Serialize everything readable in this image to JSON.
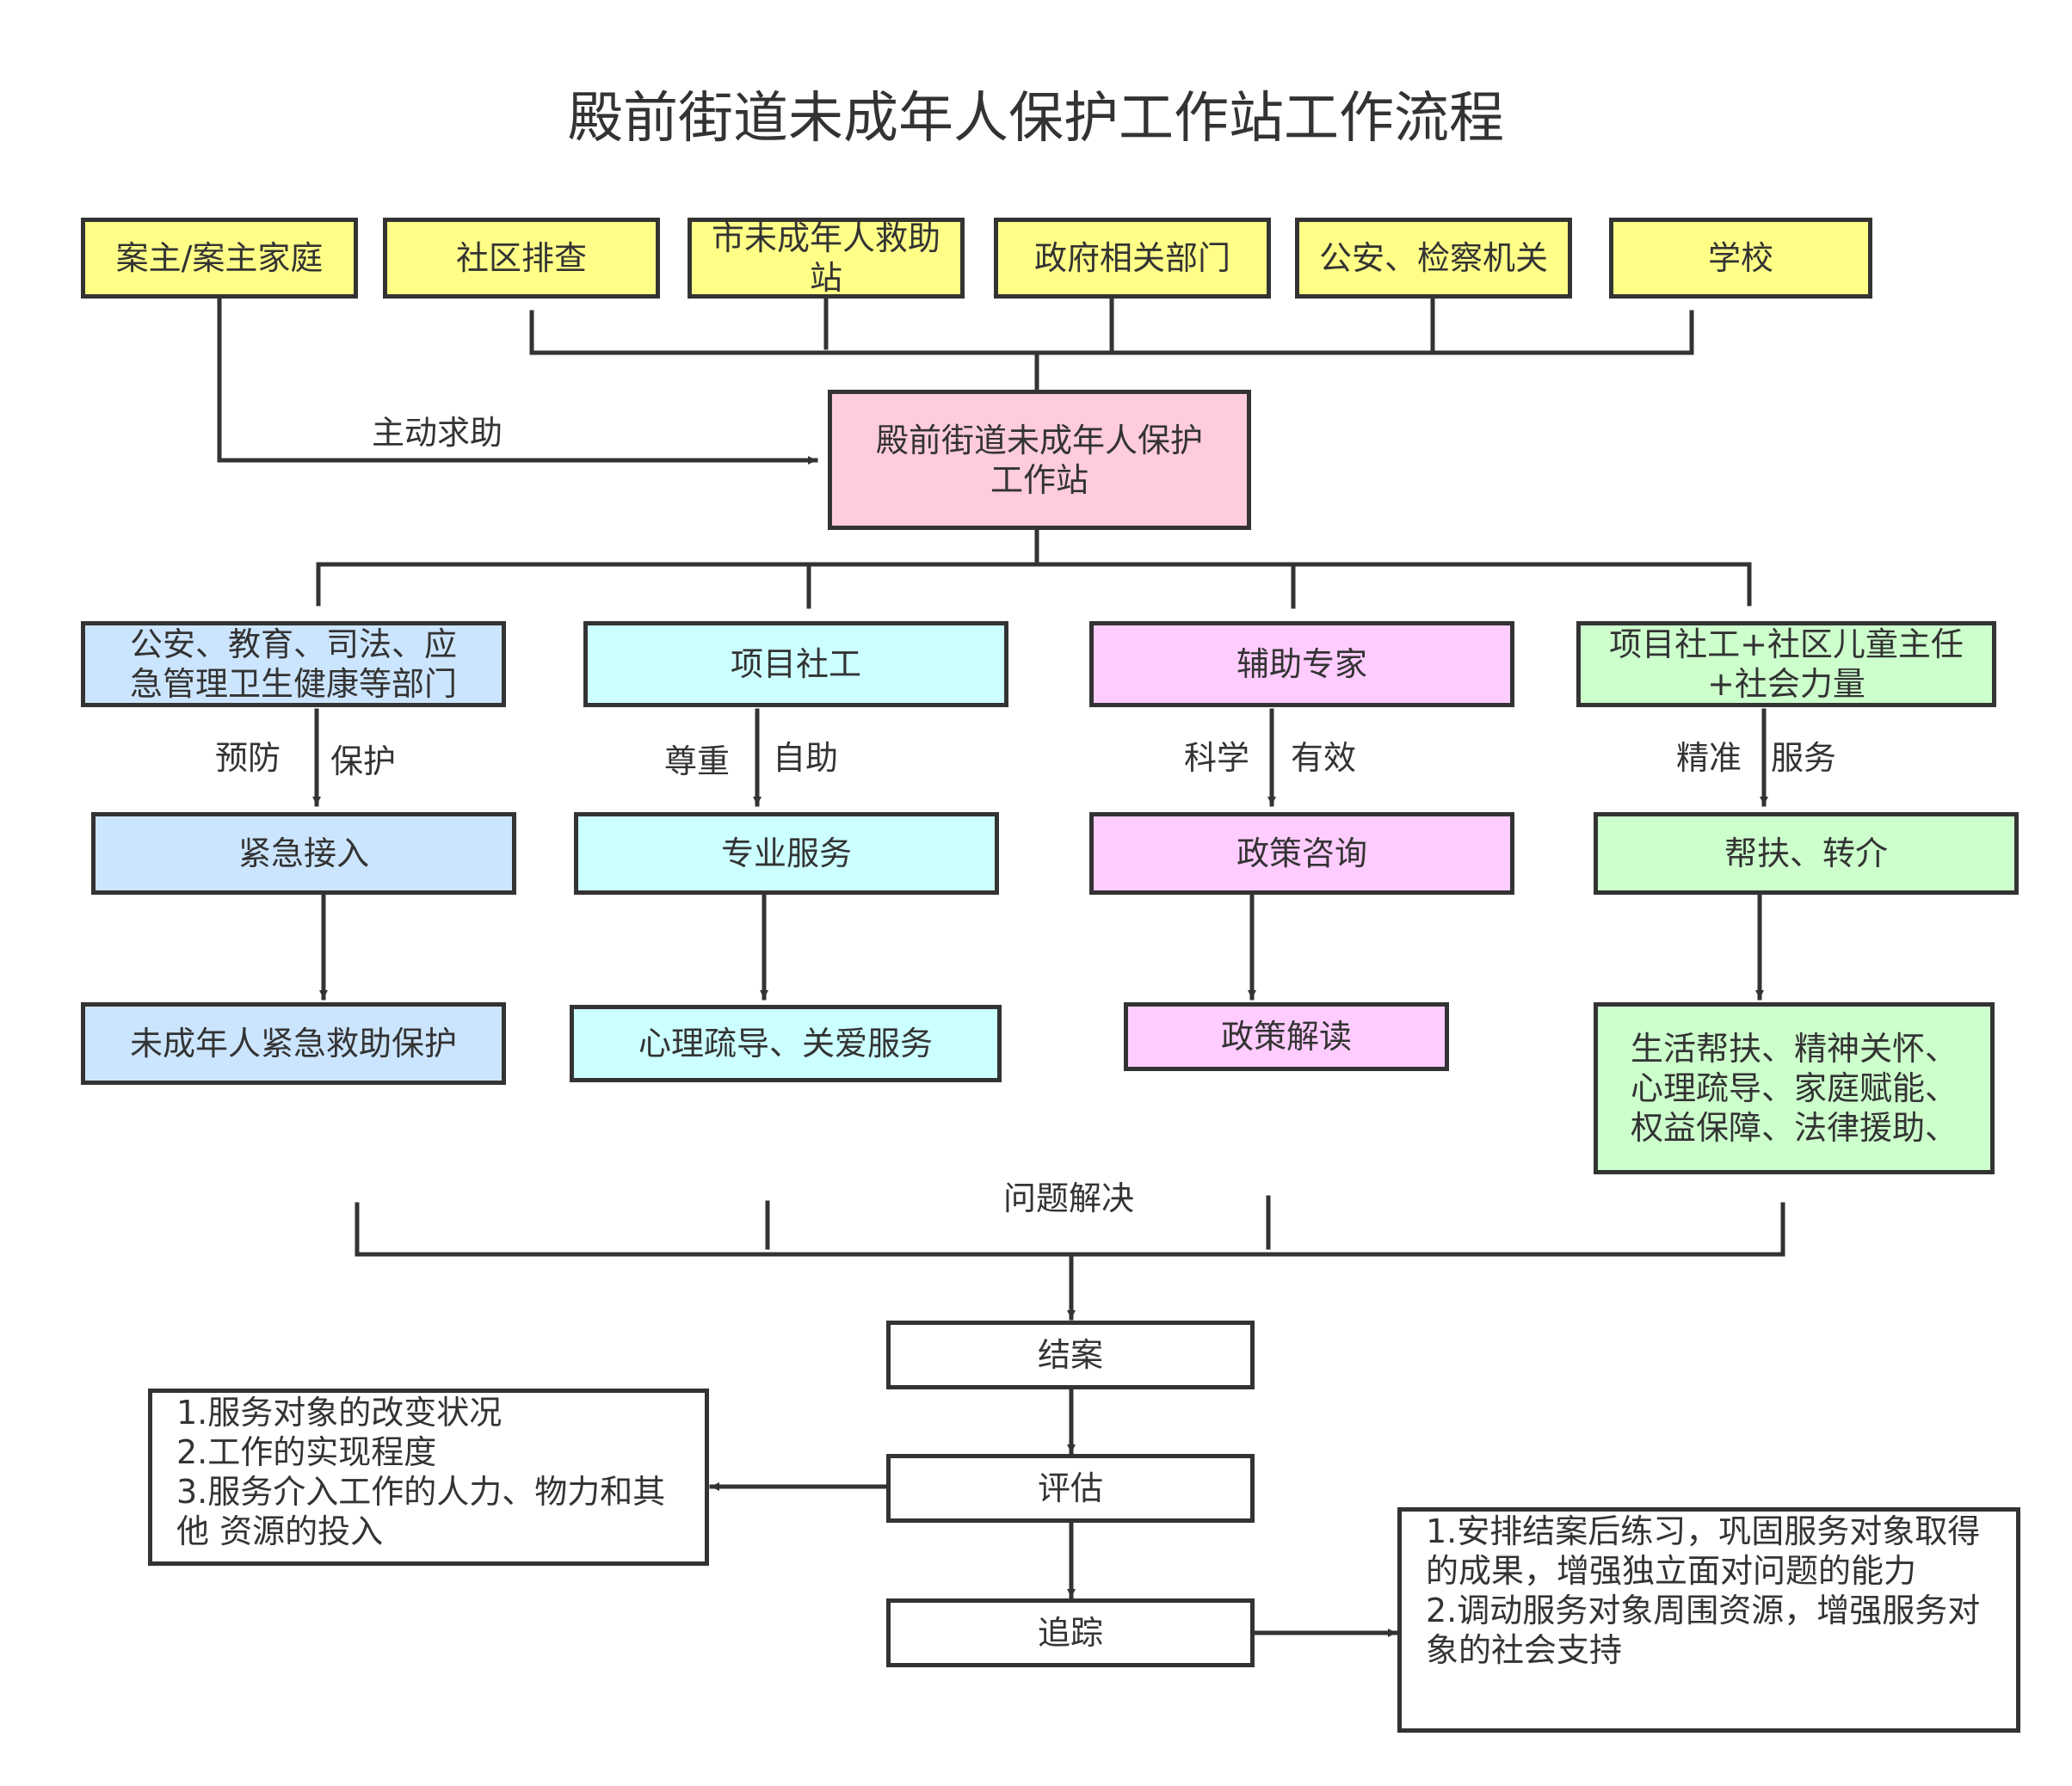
{
  "title": "殿前街道未成年人保护工作站工作流程",
  "sources": [
    "案主/案主家庭",
    "社区排查",
    "市未成年人救助站",
    "政府相关部门",
    "公安、检察机关",
    "学校"
  ],
  "self_help_label": "主动求助",
  "station": "殿前街道未成年人保护工作站",
  "branches": [
    {
      "head": "公安、教育、司法、应急管理卫生健康等部门",
      "tag_left": "预防",
      "tag_right": "保护",
      "step": "紧急接入",
      "result": "未成年人紧急救助保护"
    },
    {
      "head": "项目社工",
      "tag_left": "尊重",
      "tag_right": "自助",
      "step": "专业服务",
      "result": "心理疏导、关爱服务"
    },
    {
      "head": "辅助专家",
      "tag_left": "科学",
      "tag_right": "有效",
      "step": "政策咨询",
      "result": "政策解读"
    },
    {
      "head": "项目社工+社区儿童主任+社会力量",
      "tag_left": "精准",
      "tag_right": "服务",
      "step": "帮扶、转介",
      "result_lines": [
        "生活帮扶、精神关怀、",
        "心理疏导、家庭赋能、",
        "权益保障、法律援助、"
      ]
    }
  ],
  "resolve_label": "问题解决",
  "close": "结案",
  "evaluate": "评估",
  "track": "追踪",
  "evaluate_note": [
    "1.服务对象的改变状况",
    "2.工作的实现程度",
    "3.服务介入工作的人力、物力和其",
    "他 资源的投入"
  ],
  "track_note": [
    "1.安排结案后练习，巩固服务对象取得",
    "的成果，增强独立面对问题的能力",
    "2.调动服务对象周围资源，增强服务对",
    "象的社会支持"
  ],
  "colors": {
    "line": "#333333",
    "source": "#ffff88",
    "station": "#ffccdd",
    "branch1": "#cce5ff",
    "branch2": "#ccffff",
    "branch3": "#ffccff",
    "branch4": "#ccffcc"
  }
}
